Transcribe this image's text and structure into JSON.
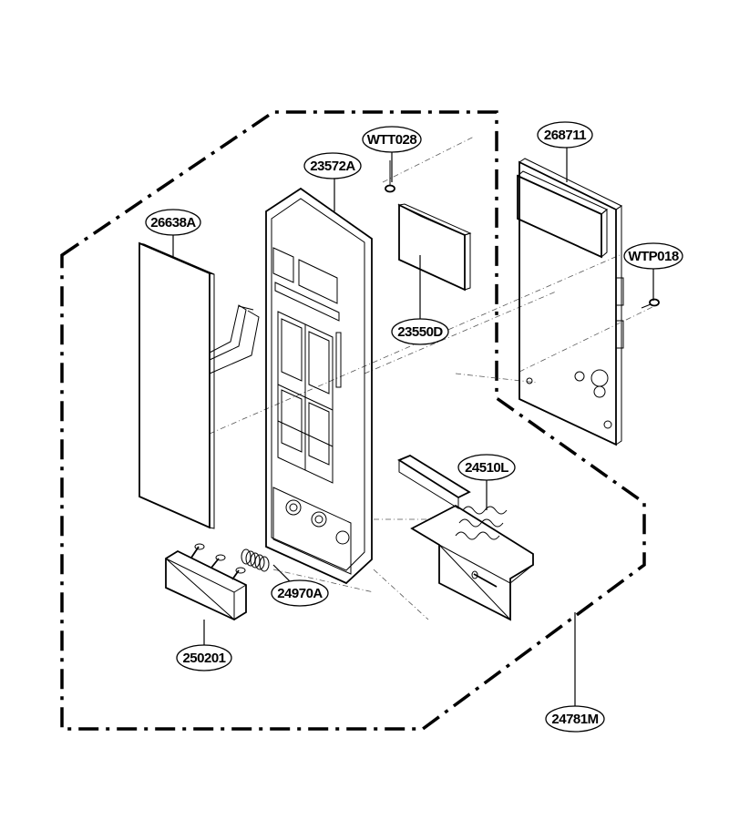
{
  "labels": {
    "membrane": "26638A",
    "front_panel": "23572A",
    "screw": "WTT028",
    "display_window": "23550D",
    "pcb": "268711",
    "pcb_screw": "WTP018",
    "door_lever": "24510L",
    "spring": "24970A",
    "button": "250201",
    "assembly": "24781M"
  }
}
